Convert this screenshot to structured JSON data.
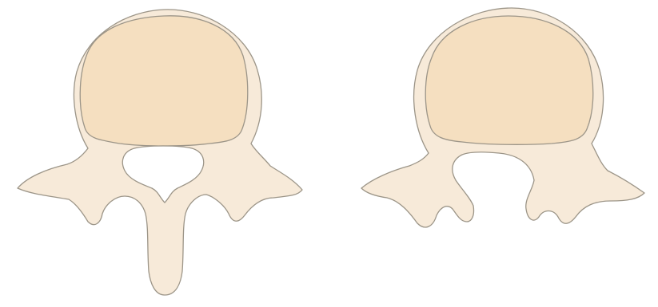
{
  "colors": {
    "background": "#ffffff",
    "bone_fill": "#f7ead9",
    "body_fill": "#f5dfc0",
    "outline": "#9c9588"
  },
  "figures": [
    {
      "id": "normal-vertebra",
      "structures": [
        "vertebral-body",
        "vertebral-arch",
        "spinous-process",
        "transverse-processes",
        "vertebral-foramen"
      ]
    },
    {
      "id": "open-arch-vertebra",
      "structures": [
        "vertebral-body",
        "incomplete-vertebral-arch",
        "transverse-processes",
        "open-gap"
      ]
    }
  ]
}
